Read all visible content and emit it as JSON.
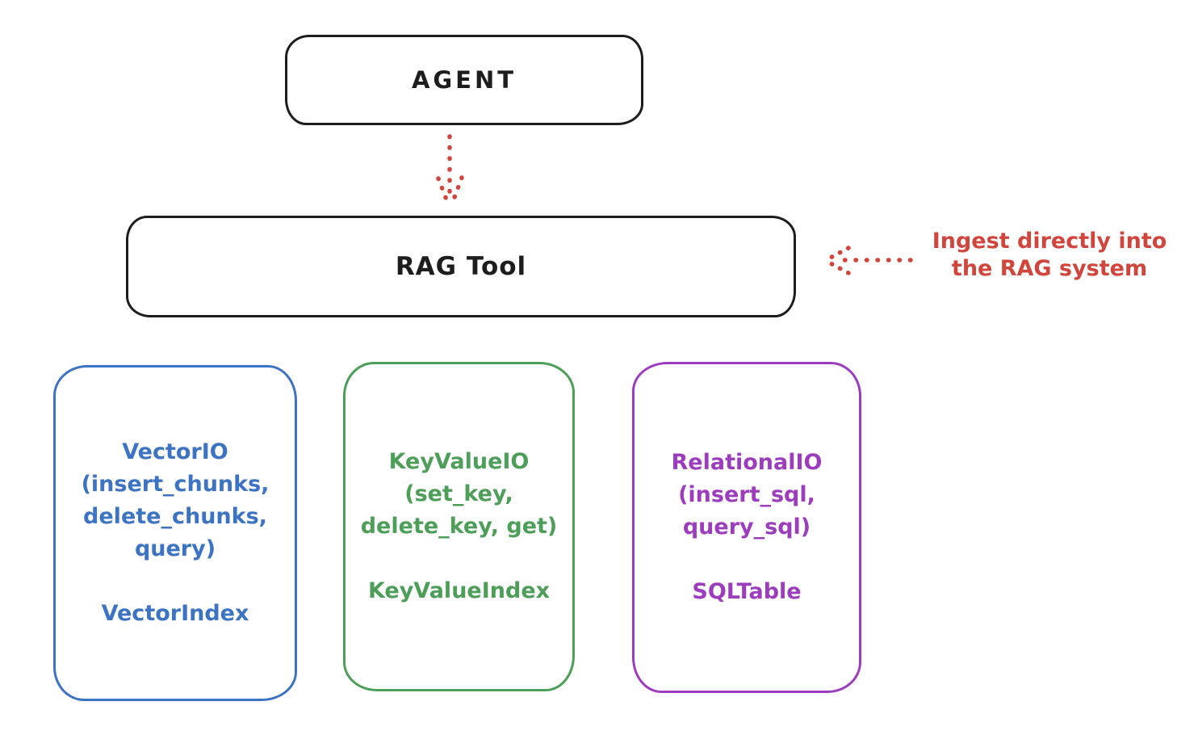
{
  "diagram": {
    "title_implicit": "RAG Tool architecture",
    "colors": {
      "stroke_black": "#1d1d1d",
      "accent_red": "#d0453c",
      "vector_blue": "#3c73c3",
      "keyvalue_green": "#4d9e58",
      "relational_purple": "#9c3dbd",
      "background": "#ffffff"
    },
    "nodes": {
      "agent": {
        "label": "AGENT"
      },
      "rag_tool": {
        "label": "RAG Tool"
      }
    },
    "annotation": {
      "text": "Ingest directly into\nthe RAG system",
      "color": "#d0453c"
    },
    "arrows": [
      {
        "name": "agent-to-rag-tool-arrow",
        "style": "dotted",
        "color": "#d0453c",
        "direction": "down",
        "from": "AGENT",
        "to": "RAG Tool"
      },
      {
        "name": "ingest-arrow",
        "style": "dotted",
        "color": "#d0453c",
        "direction": "left",
        "from": "annotation",
        "to": "RAG Tool"
      }
    ],
    "backends": [
      {
        "id": "vector",
        "color": "#3c73c3",
        "title": "VectorIO\n(insert_chunks,\ndelete_chunks,\nquery)",
        "index_label": "VectorIndex"
      },
      {
        "id": "keyvalue",
        "color": "#4d9e58",
        "title": "KeyValueIO\n(set_key,\ndelete_key, get)",
        "index_label": "KeyValueIndex"
      },
      {
        "id": "relational",
        "color": "#9c3dbd",
        "title": "RelationalIO\n(insert_sql,\nquery_sql)",
        "index_label": "SQLTable"
      }
    ]
  }
}
